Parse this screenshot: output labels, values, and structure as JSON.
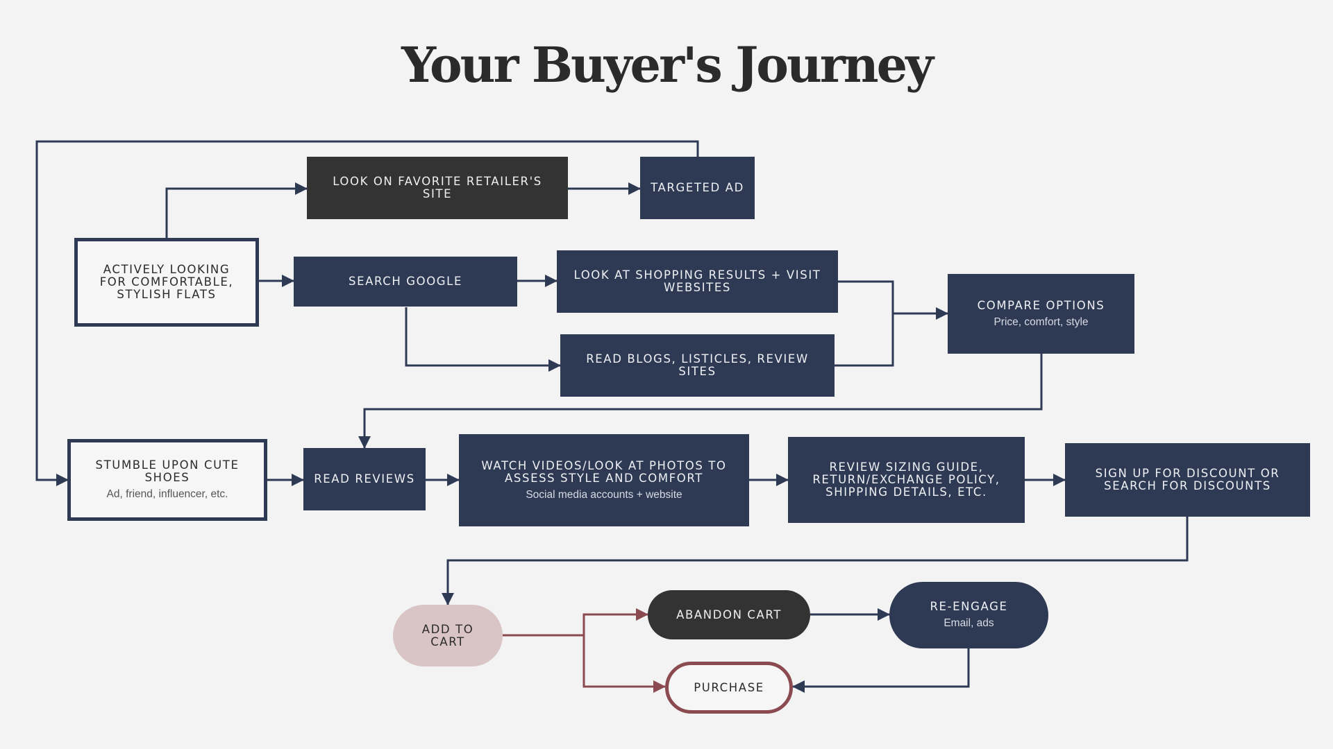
{
  "title": "Your Buyer's Journey",
  "nodes": {
    "actively_looking": {
      "label": "Actively looking for comfortable, stylish flats"
    },
    "look_favorite": {
      "label": "Look on favorite retailer's site"
    },
    "targeted_ad": {
      "label": "Targeted ad"
    },
    "search_google": {
      "label": "Search Google"
    },
    "shopping_results": {
      "label": "Look at shopping results + visit websites"
    },
    "read_blogs": {
      "label": "Read blogs, listicles, review sites"
    },
    "compare_options": {
      "label": "Compare options",
      "sub": "Price, comfort, style"
    },
    "stumble_upon": {
      "label": "Stumble upon cute shoes",
      "sub": "Ad, friend, influencer, etc."
    },
    "read_reviews": {
      "label": "Read reviews"
    },
    "watch_videos": {
      "label": "Watch videos/look at photos to assess style and comfort",
      "sub": "Social media accounts + website"
    },
    "review_sizing": {
      "label": "Review sizing guide, return/exchange policy, shipping details, etc."
    },
    "sign_up": {
      "label": "Sign up for discount or search for discounts"
    },
    "add_to_cart": {
      "label": "Add to cart"
    },
    "abandon_cart": {
      "label": "Abandon cart"
    },
    "re_engage": {
      "label": "Re-engage",
      "sub": "Email, ads"
    },
    "purchase": {
      "label": "Purchase"
    }
  },
  "colors": {
    "background": "#f3f3f3",
    "navy": "#2e3a54",
    "dark": "#333333",
    "pink": "#d9c4c6",
    "maroon": "#8a4a50"
  }
}
